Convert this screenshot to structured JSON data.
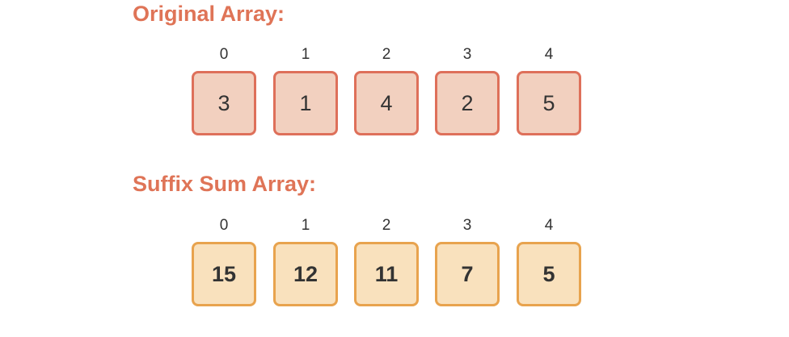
{
  "original": {
    "title": "Original Array:",
    "indices": [
      "0",
      "1",
      "2",
      "3",
      "4"
    ],
    "values": [
      "3",
      "1",
      "4",
      "2",
      "5"
    ]
  },
  "suffix": {
    "title": "Suffix Sum Array:",
    "indices": [
      "0",
      "1",
      "2",
      "3",
      "4"
    ],
    "values": [
      "15",
      "12",
      "11",
      "7",
      "5"
    ]
  },
  "colors": {
    "title": "#df7457",
    "original_fill": "#f2d0bf",
    "original_border": "#de705a",
    "suffix_fill": "#f9e1bd",
    "suffix_border": "#e8a34e",
    "text": "#333333"
  }
}
